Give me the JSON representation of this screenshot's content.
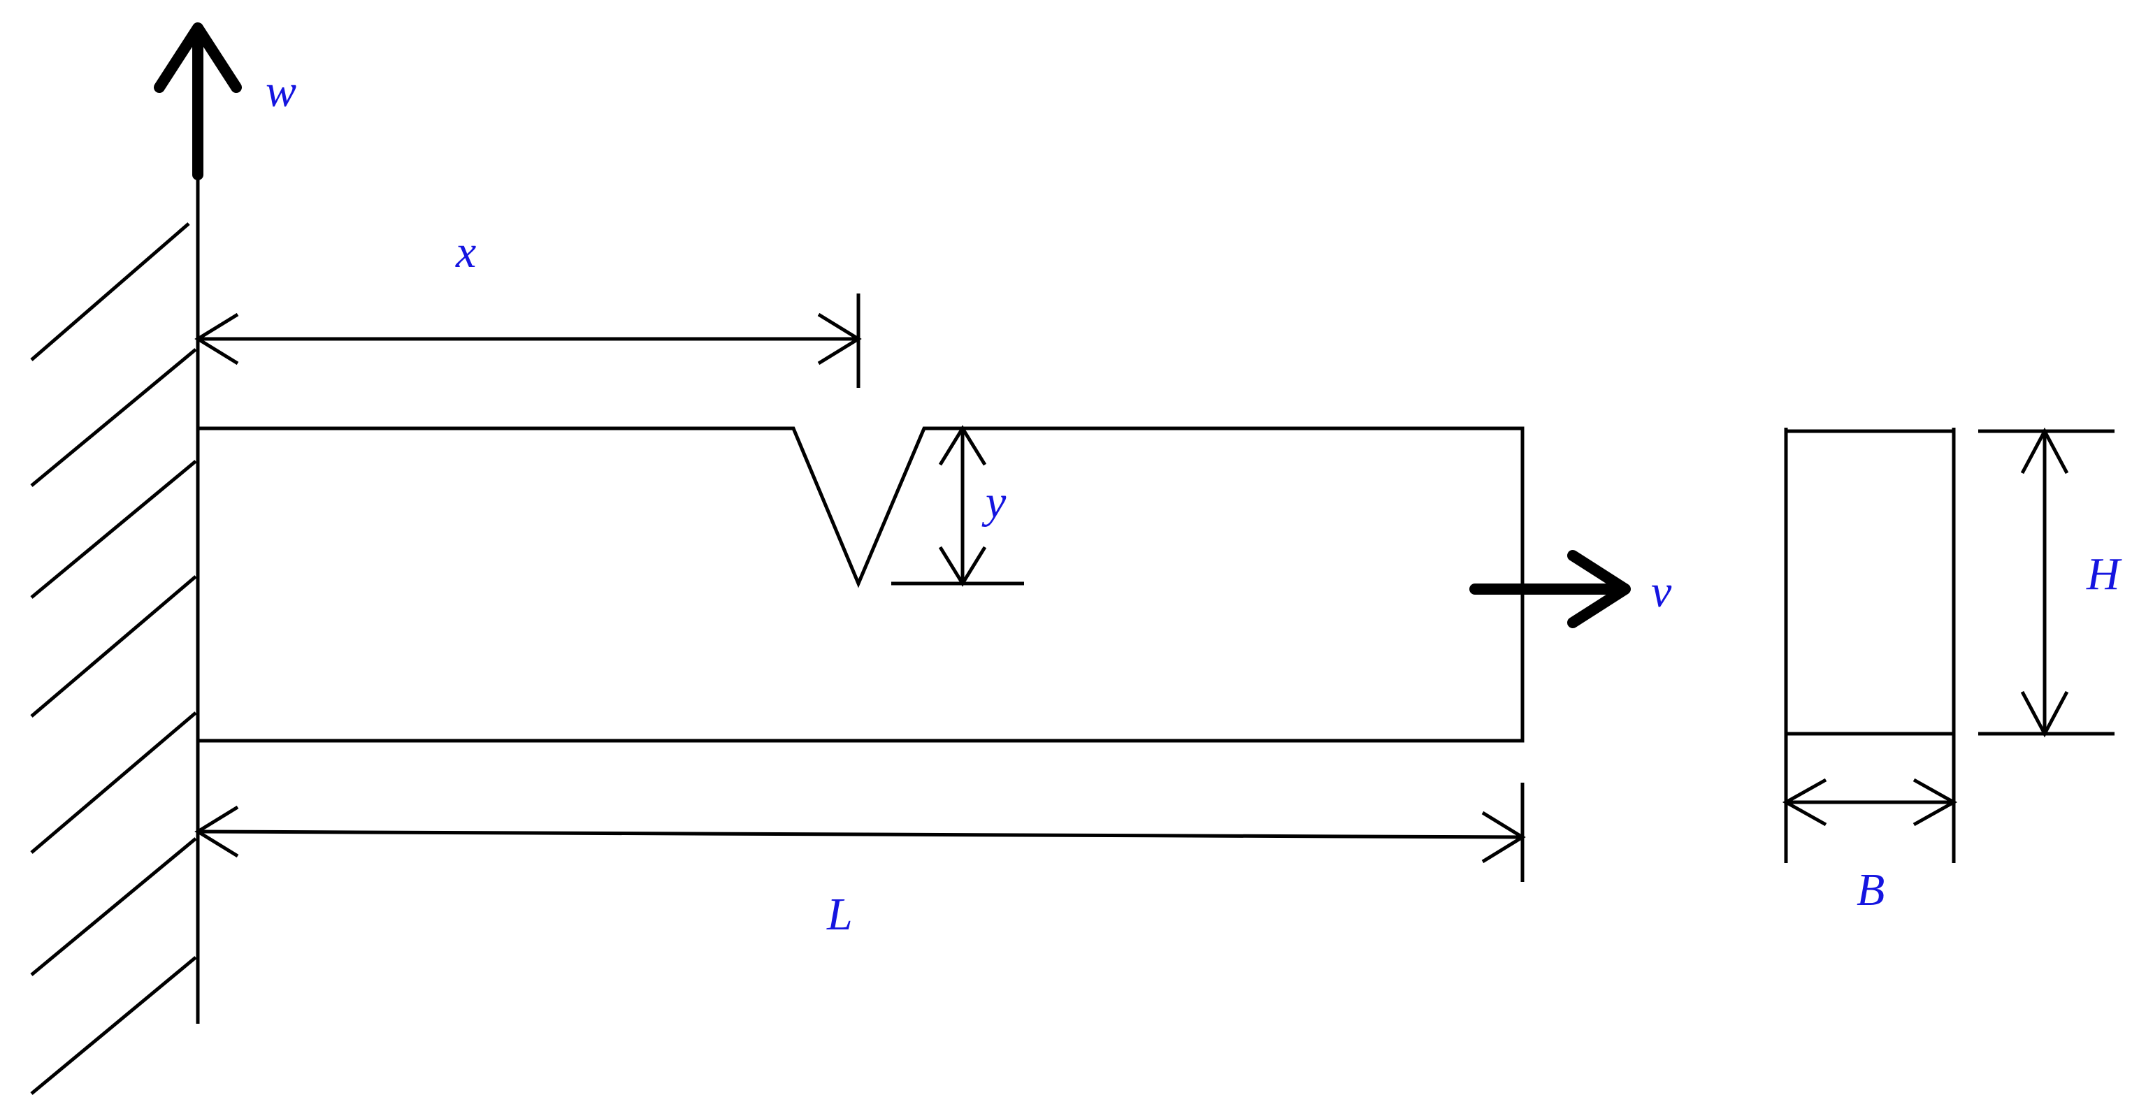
{
  "colors": {
    "line": "#000000",
    "label": "#1515e0",
    "background": "#ffffff"
  },
  "labels": {
    "w": "w",
    "x": "x",
    "y": "y",
    "v": "v",
    "L": "L",
    "H": "H",
    "B": "B"
  }
}
